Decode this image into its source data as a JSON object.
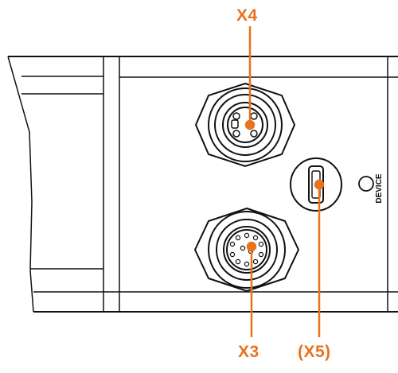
{
  "colors": {
    "accent": "#e8731f",
    "line": "#111111",
    "background": "#ffffff"
  },
  "callouts": {
    "x4": "X4",
    "x3": "X3",
    "x5": "(X5)"
  },
  "panel": {
    "device_label": "DEVICE"
  },
  "icons": {
    "x4": "m12-4-pin-connector-icon",
    "x3": "m12-12-pin-connector-icon",
    "x5": "usb-port-icon",
    "device": "device-led-icon"
  }
}
